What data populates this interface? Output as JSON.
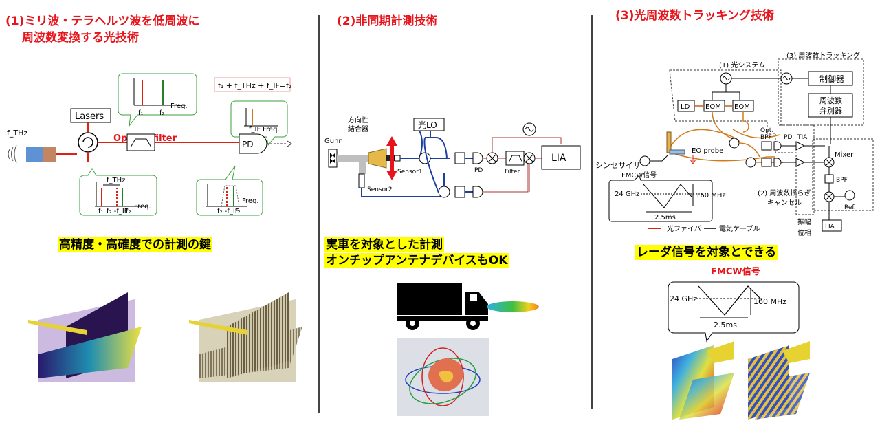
{
  "panel1": {
    "title_line1": "(1)ミリ波・テラヘルツ波を低周波に",
    "title_line2": "周波数変換する光技術",
    "equation": "f₁ + f_THz + f_IF=f₂",
    "lasers_label": "Lasers",
    "optical_filter_label": "Optical filter",
    "pd_label": "PD",
    "fthz_label": "f_THz",
    "bubble1": {
      "f1": "f₁",
      "f2": "f₂",
      "freq": "Freq."
    },
    "bubble2": {
      "fthz": "f_THz",
      "f1": "f₁",
      "f2fif": "f₂ -f_IF",
      "f2": "f₂",
      "freq": "Freq."
    },
    "bubble3": {
      "f2fif": "f₂ -f_IF",
      "f2": "f₂",
      "freq": "Freq."
    },
    "bubble4": {
      "fif": "f_IF",
      "freq": "Freq."
    },
    "highlight": "高精度・高確度での計測の鍵"
  },
  "panel2": {
    "title": "(2)非同期計測技術",
    "gunn": "Gunn",
    "coupler": [
      "方向性",
      "結合器"
    ],
    "sensor1": "Sensor1",
    "sensor2": "Sensor2",
    "light_lo": "光LO",
    "pd": "PD",
    "filter": "Filter",
    "lia": "LIA",
    "highlight_line1": "実車を対象とした計測",
    "highlight_line2": "オンチップアンテナデバイスもOK"
  },
  "panel3": {
    "title": "(3)光周波数トラッキング技術",
    "optical_system": "(1) 光システム",
    "tracking": "(3) 周波数トラッキング",
    "controller": "制御器",
    "discriminator": [
      "周波数",
      "弁別器"
    ],
    "ld": "LD",
    "eom1": "EOM",
    "eom2": "EOM",
    "opt": "Opt.",
    "bpf": "BPF",
    "pd": "PD",
    "tia": "TIA",
    "eo_probe": "EO probe",
    "synth": "シンセサイザ",
    "fmcw_signal": "FMCW信号",
    "mixer": "Mixer",
    "bpf2": "BPF",
    "fluct": [
      "(2) 周波数揺らぎ",
      "キャンセル"
    ],
    "ref": "Ref.",
    "freq_24": "24 GHz",
    "freq_160": "160 MHz",
    "time_25": "2.5ms",
    "legend_fiber": "光ファイバ",
    "legend_cable": "電気ケーブル",
    "amp_phase": [
      "振幅",
      "位相"
    ],
    "lia": "LIA",
    "highlight": "レーダ信号を対象とできる",
    "fmcw_title": "FMCW信号",
    "big_24": "24 GHz",
    "big_160": "160 MHz",
    "big_25": "2.5ms"
  }
}
